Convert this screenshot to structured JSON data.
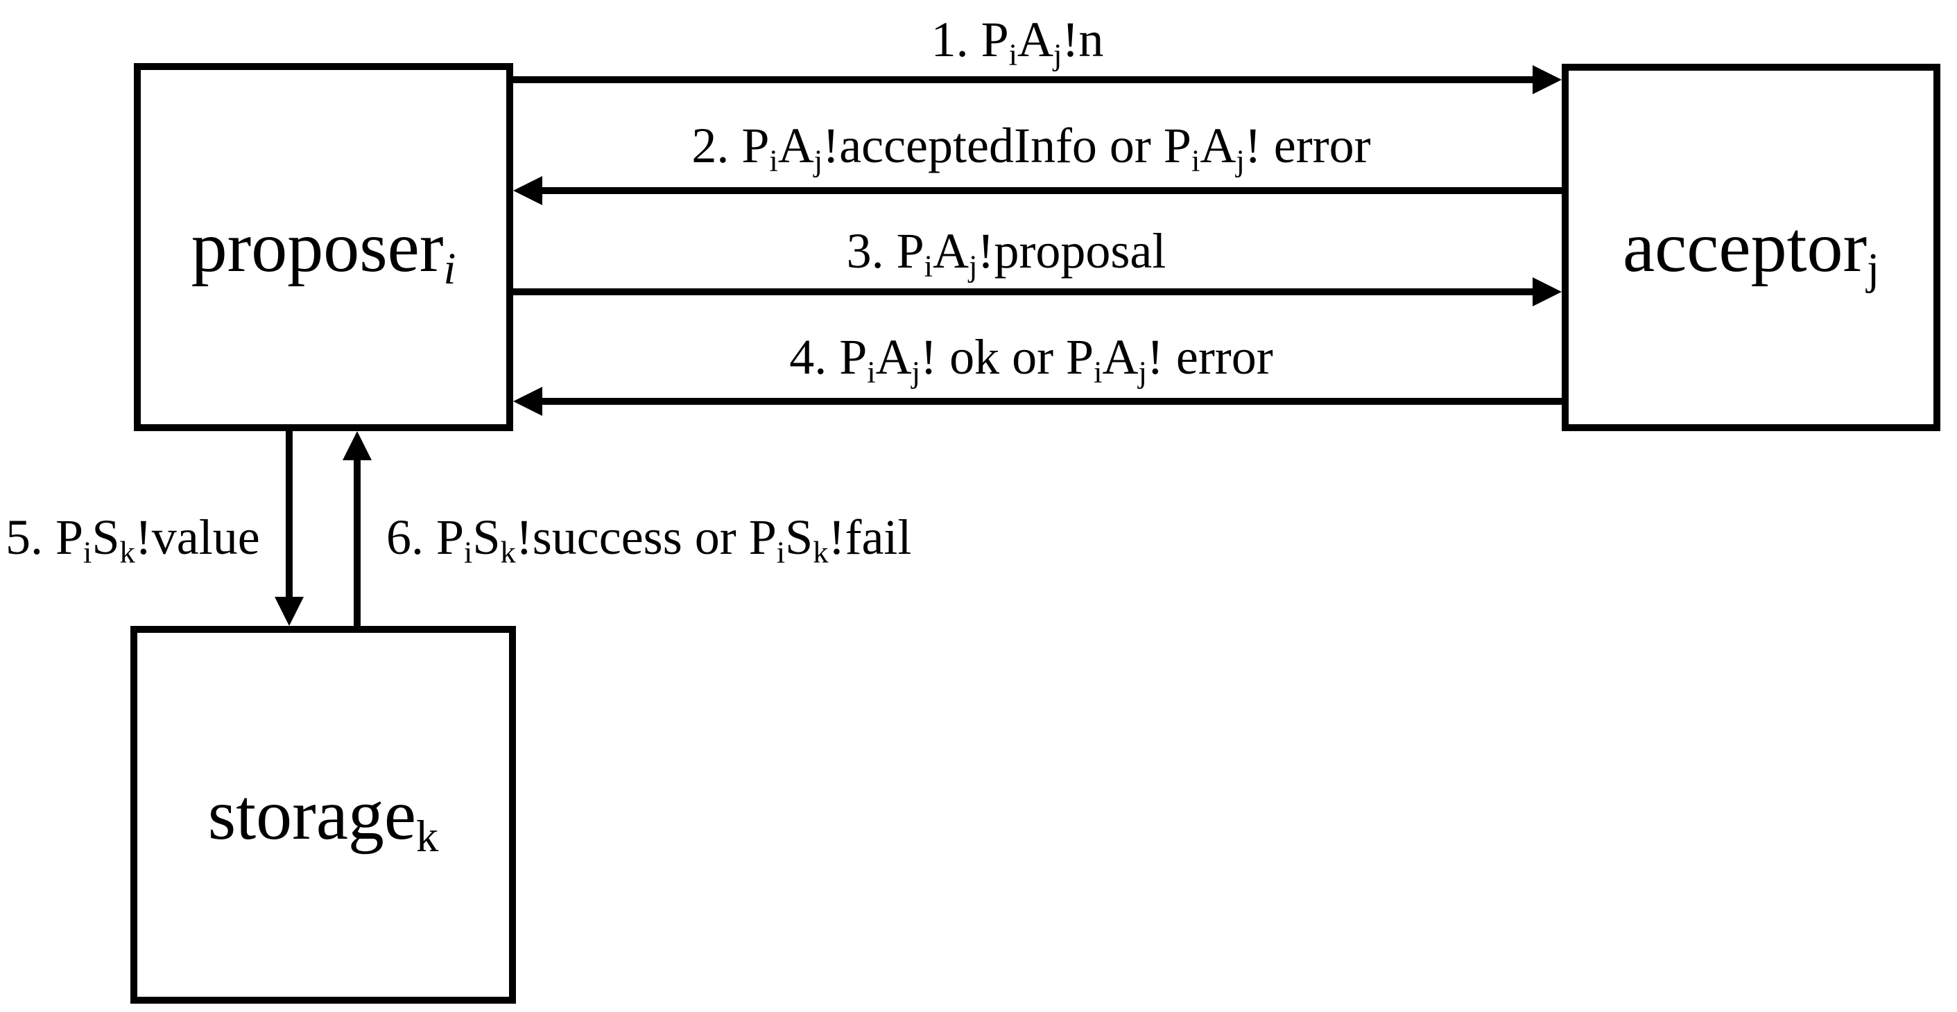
{
  "diagram": {
    "type": "protocol-message-diagram",
    "colors": {
      "line": "#000000",
      "text": "#000000",
      "background": "#ffffff"
    },
    "boxes": {
      "proposer": {
        "text": "proposer_i",
        "parts": [
          {
            "t": "proposer"
          },
          {
            "t": "i",
            "sub": true,
            "italic": true
          }
        ]
      },
      "acceptor": {
        "text": "acceptor_j",
        "parts": [
          {
            "t": "acceptor"
          },
          {
            "t": "j",
            "sub": true
          }
        ]
      },
      "storage": {
        "text": "storage_k",
        "parts": [
          {
            "t": "storage"
          },
          {
            "t": "k",
            "sub": true
          }
        ]
      }
    },
    "messages": [
      {
        "num": "1",
        "from": "proposer",
        "to": "acceptor",
        "direction": "right",
        "text": "1. PiAj!n",
        "parts": [
          {
            "t": "1. P"
          },
          {
            "t": "i",
            "sub": true
          },
          {
            "t": "A"
          },
          {
            "t": "j",
            "sub": true
          },
          {
            "t": "!n"
          }
        ]
      },
      {
        "num": "2",
        "from": "acceptor",
        "to": "proposer",
        "direction": "left",
        "text": "2. PiAj!acceptedInfo or PiAj! error",
        "parts": [
          {
            "t": "2. P"
          },
          {
            "t": "i",
            "sub": true
          },
          {
            "t": "A"
          },
          {
            "t": "j",
            "sub": true
          },
          {
            "t": "!acceptedInfo or P"
          },
          {
            "t": "i",
            "sub": true
          },
          {
            "t": "A"
          },
          {
            "t": "j",
            "sub": true
          },
          {
            "t": "! error"
          }
        ]
      },
      {
        "num": "3",
        "from": "proposer",
        "to": "acceptor",
        "direction": "right",
        "text": "3. PiAj!proposal",
        "parts": [
          {
            "t": "3. P"
          },
          {
            "t": "i",
            "sub": true
          },
          {
            "t": "A"
          },
          {
            "t": "j",
            "sub": true
          },
          {
            "t": "!proposal"
          }
        ]
      },
      {
        "num": "4",
        "from": "acceptor",
        "to": "proposer",
        "direction": "left",
        "text": "4. PiAj! ok or PiAj! error",
        "parts": [
          {
            "t": "4. P"
          },
          {
            "t": "i",
            "sub": true
          },
          {
            "t": "A"
          },
          {
            "t": "j",
            "sub": true
          },
          {
            "t": "! ok or P"
          },
          {
            "t": "i",
            "sub": true
          },
          {
            "t": "A"
          },
          {
            "t": "j",
            "sub": true
          },
          {
            "t": "! error"
          }
        ]
      },
      {
        "num": "5",
        "from": "proposer",
        "to": "storage",
        "direction": "down",
        "text": "5. PiSk!value",
        "parts": [
          {
            "t": "5. P"
          },
          {
            "t": "i",
            "sub": true
          },
          {
            "t": "S"
          },
          {
            "t": "k",
            "sub": true
          },
          {
            "t": "!value"
          }
        ]
      },
      {
        "num": "6",
        "from": "storage",
        "to": "proposer",
        "direction": "up",
        "text": "6. PiSk!success or PiSk!fail",
        "parts": [
          {
            "t": "6. P"
          },
          {
            "t": "i",
            "sub": true
          },
          {
            "t": "S"
          },
          {
            "t": "k",
            "sub": true
          },
          {
            "t": "!success or P"
          },
          {
            "t": "i",
            "sub": true
          },
          {
            "t": "S"
          },
          {
            "t": "k",
            "sub": true
          },
          {
            "t": "!fail"
          }
        ]
      }
    ]
  }
}
